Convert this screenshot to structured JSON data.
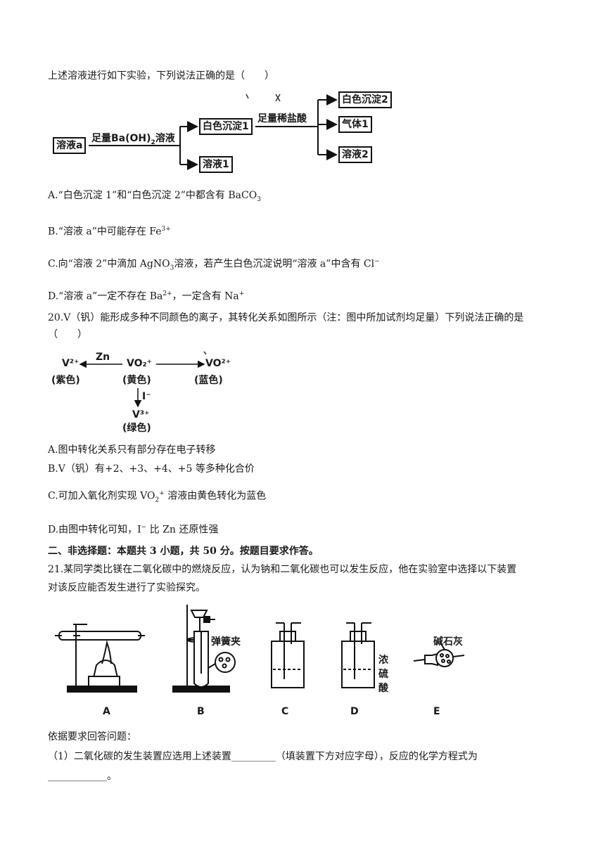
{
  "q19": {
    "intro": "上述溶液进行如下实验，下列说法正确的是（　　）",
    "diagram": {
      "solution_a": "溶液a",
      "reagent1": "足量Ba(OH)",
      "reagent1_sub": "2",
      "reagent1_tail": "溶液",
      "white_ppt1": "白色沉淀1",
      "solution1": "溶液1",
      "reagent2": "足量稀盐酸",
      "white_ppt2": "白色沉淀2",
      "gas1": "气体1",
      "solution2": "溶液2"
    },
    "optA_pre": "A.“白色沉淀 1”和“白色沉淀 2”中都含有 BaCO",
    "optA_sub": "3",
    "optB_pre": "B.“溶液 a”中可能存在 Fe",
    "optB_sup": "3+",
    "optC_pre": "C.向“溶液 2”中滴加 AgNO",
    "optC_sub": "3",
    "optC_post": "溶液，若产生白色沉淀说明“溶液 a”中含有 Cl",
    "optC_sup": "−",
    "optD_pre": "D.“溶液 a”一定不存在 Ba",
    "optD_sup1": "2+",
    "optD_mid": "，一定含有 Na",
    "optD_sup2": "+"
  },
  "q20": {
    "stem_line1": "20.V（钒）能形成多种不同颜色的离子，其转化关系如图所示（注：图中所加试剂均足量）下列说法正确的是",
    "stem_line2": "（　　）",
    "diagram": {
      "v2": "V²⁺",
      "v2_color": "(紫色)",
      "zn": "Zn",
      "vo2": "VO₂⁺",
      "vo2_color": "(黄色)",
      "vo2plus": "VO²⁺",
      "vo2plus_color": "(蓝色)",
      "iodide": "I⁻",
      "v3": "V³⁺",
      "v3_color": "(绿色)"
    },
    "optA": "A.图中转化关系只有部分存在电子转移",
    "optB": "B.V（钒）有+2、+3、+4、+5 等多种化合价",
    "optC_pre": "C.可加入氧化剂实现 VO",
    "optC_sub": "2",
    "optC_sup": "+",
    "optC_post": " 溶液由黄色转化为蓝色",
    "optD_pre": "D.由图中转化可知，I",
    "optD_sup": "−",
    "optD_post": " 比 Zn 还原性强"
  },
  "section2": {
    "heading": "二、非选择题：本题共 3 小题，共 50 分。按题目要求作答。"
  },
  "q21": {
    "stem_line1": "21.某同学类比镁在二氧化碳中的燃烧反应，认为钠和二氧化碳也可以发生反应，他在实验室中选择以下装置",
    "stem_line2": "对该反应能否发生进行了实验探究。",
    "apparatus": {
      "labelA": "A",
      "labelB": "B",
      "labelC": "C",
      "labelD": "D",
      "labelE": "E",
      "spring_clip": "弹簧夹",
      "conc_h2so4_1": "浓",
      "conc_h2so4_2": "硫",
      "conc_h2so4_3": "酸",
      "soda_lime": "碱石灰"
    },
    "instruction": "依据要求回答问题：",
    "part1_line1": "（1）二氧化碳的发生装置应选用上述装置_________（填装置下方对应字母），反应的化学方程式为",
    "part1_line2": "____________。"
  }
}
